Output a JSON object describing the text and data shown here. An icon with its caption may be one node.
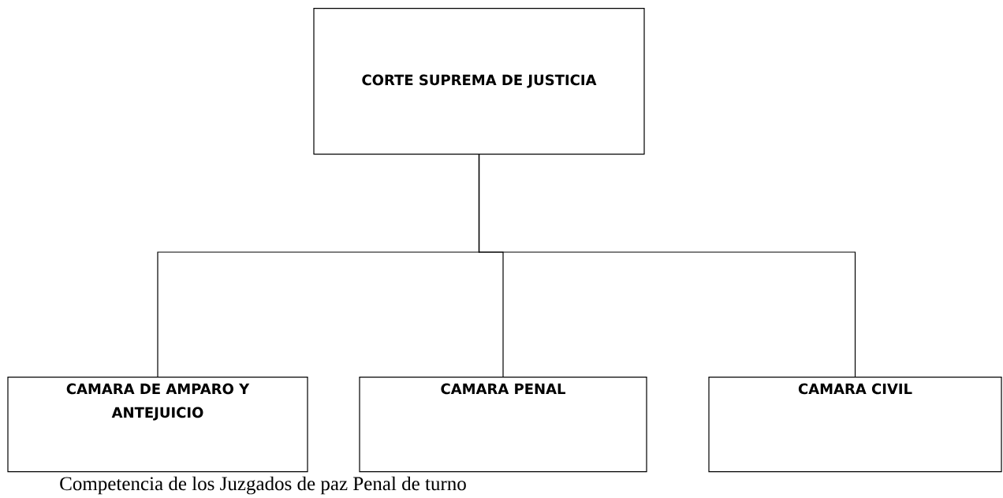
{
  "diagram": {
    "nodes": [
      {
        "text": [
          "CORTE SUPREMA DE JUSTICIA"
        ]
      },
      {
        "text": [
          "CAMARA DE AMPARO Y ANTEJUICIO"
        ]
      },
      {
        "text": [
          "CAMARA PENAL"
        ]
      },
      {
        "text": [
          "CAMARA CIVIL"
        ]
      }
    ],
    "edges": [
      {
        "from": 0,
        "to": 1,
        "arrow": "none"
      },
      {
        "from": 0,
        "to": 2,
        "arrow": "none"
      },
      {
        "from": 0,
        "to": 3,
        "arrow": "none"
      }
    ],
    "labels": [
      "Competencia de los Juzgados de paz Penal de turno"
    ]
  }
}
